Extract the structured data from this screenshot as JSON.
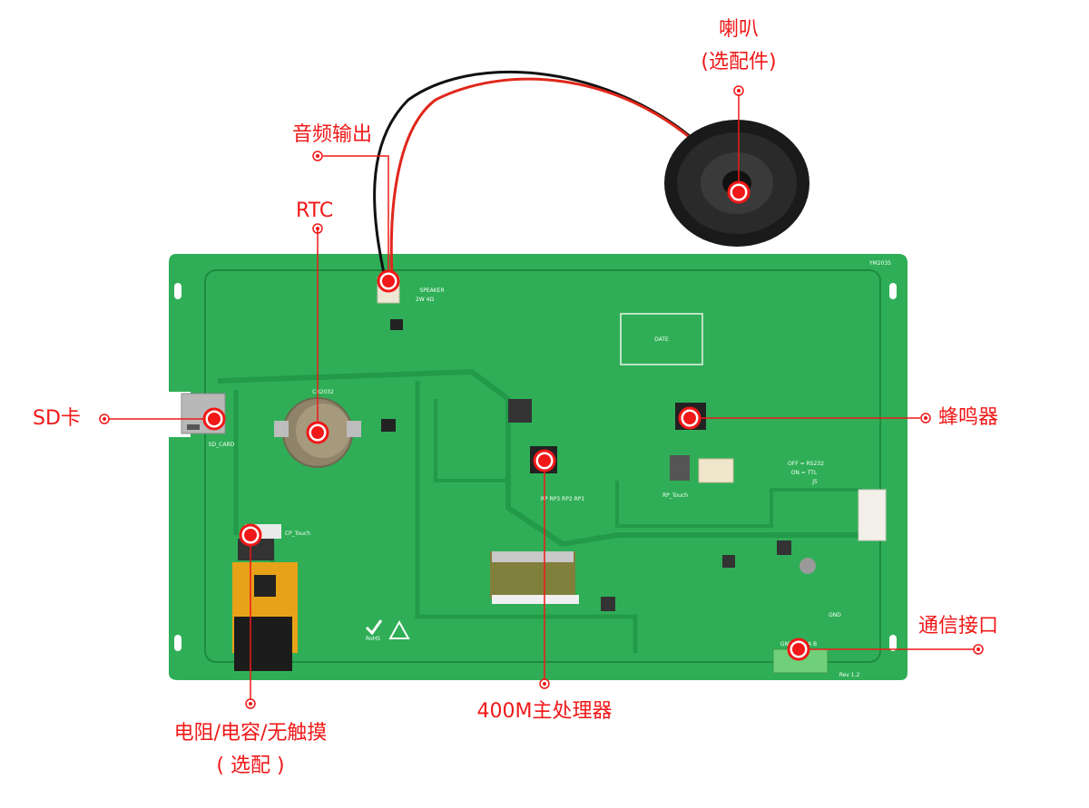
{
  "figure": {
    "subject": "PCB back side of display module with annotated features",
    "accent_color": "#f01818",
    "board_color": "#2fae57"
  },
  "callouts": [
    {
      "id": "speaker",
      "text_lines": [
        "喇叭",
        "(选配件)"
      ]
    },
    {
      "id": "audio_out",
      "text_lines": [
        "音频输出"
      ]
    },
    {
      "id": "rtc",
      "text_lines": [
        "RTC"
      ]
    },
    {
      "id": "sd_card",
      "text_lines": [
        "SD卡"
      ]
    },
    {
      "id": "buzzer",
      "text_lines": [
        "蜂鸣器"
      ]
    },
    {
      "id": "comm_port",
      "text_lines": [
        "通信接口"
      ]
    },
    {
      "id": "processor",
      "text_lines": [
        "400M主处理器"
      ]
    },
    {
      "id": "touch",
      "text_lines": [
        "电阻/电容/无触摸",
        "( 选配 )"
      ]
    }
  ],
  "silkscreen": {
    "speaker_label": "SPEAKER",
    "speaker_power": "2W 4Ω",
    "battery": "CR2032",
    "sd_label": "SD_CARD",
    "ctp_label": "CP_Touch",
    "rtp_label": "RP_Touch",
    "jumper_line1": "OFF = RS232",
    "jumper_line2": "ON = TTL",
    "comm_header": "GND VCC A B",
    "revision": "Rev 1.2",
    "model": "YM2035",
    "date_box": "DATE",
    "rohs": "RoHS",
    "gnd": "GND",
    "jumper_ref": "J5",
    "pot_labels": "RP RP3 RP2 RP1"
  }
}
